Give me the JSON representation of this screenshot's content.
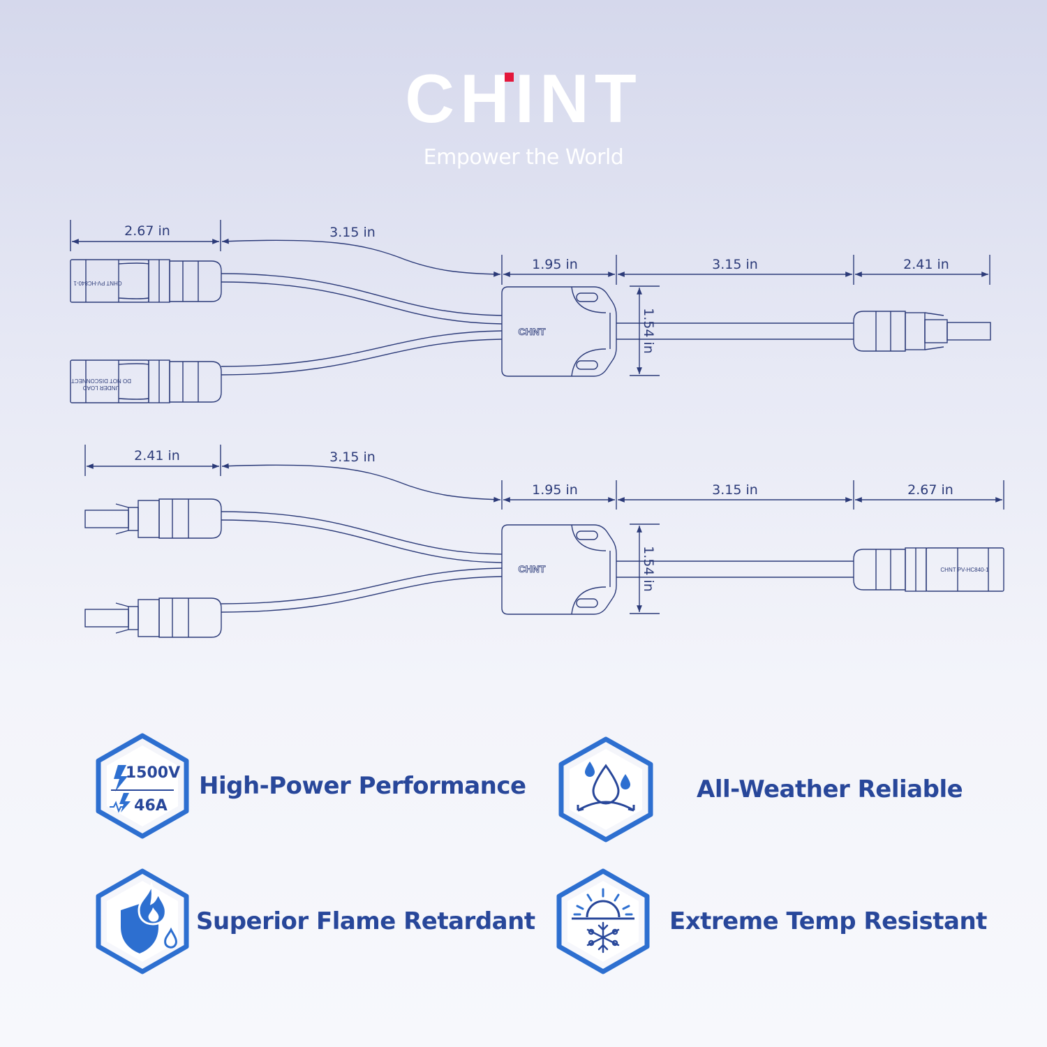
{
  "brand": {
    "logo_text": "CHINT",
    "tagline": "Empower the World",
    "accent_color": "#e3173b"
  },
  "diagram_top": {
    "dimensions": [
      "2.67 in",
      "3.15 in",
      "1.95 in",
      "3.15 in",
      "2.41 in",
      "1.54 in"
    ],
    "hub_label": "CHNT",
    "connector_label_1": "CHNT PV-HC840-1",
    "connector_label_2": "DO NOT DISCONNECT",
    "connector_label_3": "UNDER LOAD"
  },
  "diagram_bottom": {
    "dimensions": [
      "2.41 in",
      "3.15 in",
      "1.95 in",
      "3.15 in",
      "2.67 in",
      "1.54 in"
    ],
    "hub_label": "CHNT",
    "connector_label_1": "CHNT PV-HC840-1"
  },
  "features": [
    {
      "label": "High-Power Performance",
      "icon": "lightning-voltage-icon",
      "values": [
        "1500V",
        "46A"
      ]
    },
    {
      "label": "All-Weather Reliable",
      "icon": "water-drops-icon"
    },
    {
      "label": "Superior Flame Retardant",
      "icon": "shield-flame-icon"
    },
    {
      "label": "Extreme Temp Resistant",
      "icon": "sun-snowflake-icon"
    }
  ],
  "colors": {
    "line": "#2b3a78",
    "heading": "#28479a",
    "icon_blue": "#2d6fd0"
  }
}
